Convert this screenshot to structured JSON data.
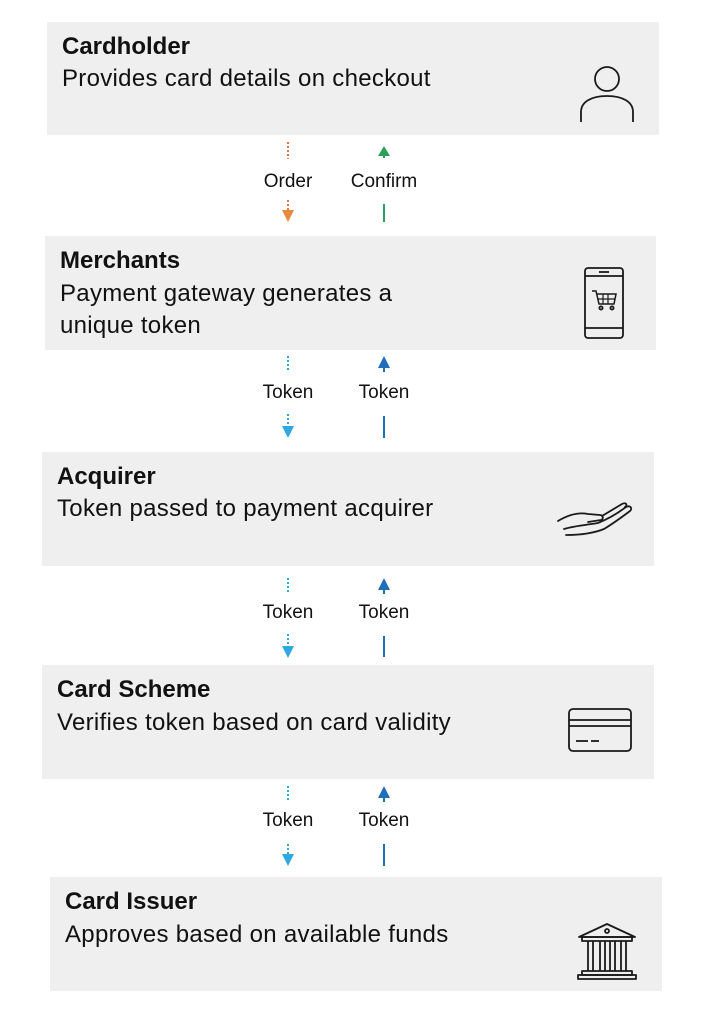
{
  "steps": [
    {
      "title": "Cardholder",
      "desc_lines": [
        "Provides card details on checkout"
      ],
      "icon": "person-icon"
    },
    {
      "title": "Merchants",
      "desc_lines": [
        "Payment gateway generates a",
        "unique token"
      ],
      "icon": "mobile-cart-icon"
    },
    {
      "title": "Acquirer",
      "desc_lines": [
        "Token passed to payment acquirer"
      ],
      "icon": "hand-icon"
    },
    {
      "title": "Card Scheme",
      "desc_lines": [
        "Verifies token based on card validity"
      ],
      "icon": "credit-card-icon"
    },
    {
      "title": "Card Issuer",
      "desc_lines": [
        "Approves based on available funds"
      ],
      "icon": "bank-icon"
    }
  ],
  "connectors": [
    {
      "down_label": "Order",
      "up_label": "Confirm",
      "down_color": "#e07a4a",
      "down_head_color": "#e8893f",
      "up_color": "#2aa05a"
    },
    {
      "down_label": "Token",
      "up_label": "Token",
      "down_color": "#2fa8e0",
      "down_head_color": "#2fa8e0",
      "up_color": "#1f6fb8"
    },
    {
      "down_label": "Token",
      "up_label": "Token",
      "down_color": "#2fa8e0",
      "down_head_color": "#2fa8e0",
      "up_color": "#1f6fb8"
    },
    {
      "down_label": "Token",
      "up_label": "Token",
      "down_color": "#2fa8e0",
      "down_head_color": "#2fa8e0",
      "up_color": "#1f6fb8"
    }
  ],
  "colors": {
    "box_background": "#efefef",
    "text": "#111111",
    "icon_stroke": "#1a1a1a"
  }
}
